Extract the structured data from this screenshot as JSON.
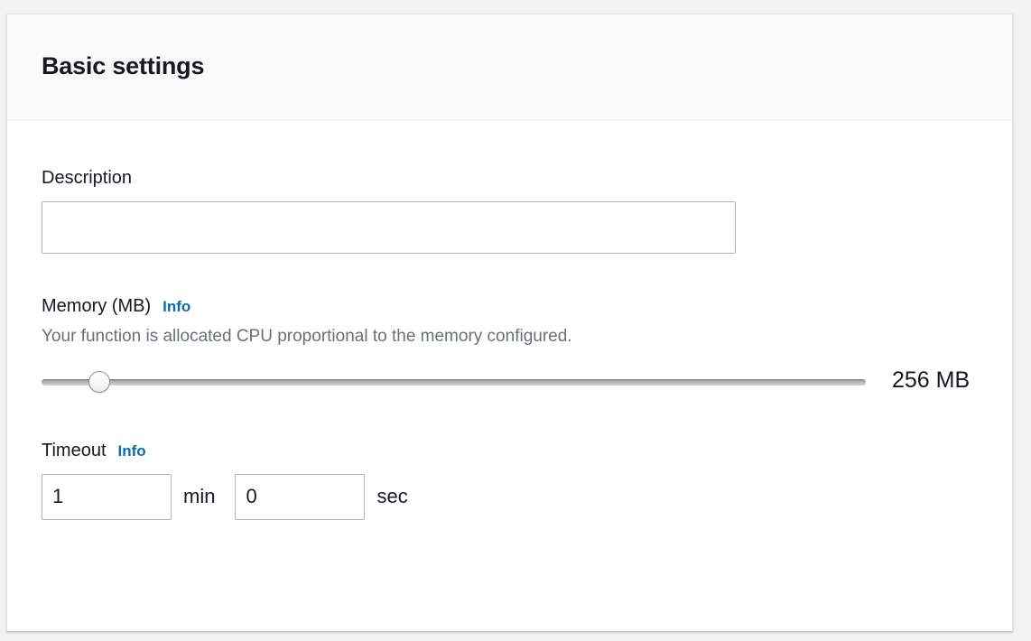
{
  "panel": {
    "title": "Basic settings"
  },
  "description_field": {
    "label": "Description",
    "value": "",
    "placeholder": ""
  },
  "memory_field": {
    "label": "Memory (MB)",
    "info_label": "Info",
    "hint": "Your function is allocated CPU proportional to the memory configured.",
    "value_label": "256 MB",
    "slider": {
      "value": 256,
      "min": 128,
      "max": 10240,
      "thumb_percent": 5.8
    }
  },
  "timeout_field": {
    "label": "Timeout",
    "info_label": "Info",
    "minutes_value": "1",
    "minutes_unit": "min",
    "seconds_value": "0",
    "seconds_unit": "sec"
  },
  "colors": {
    "page_background": "#f1f3f3",
    "panel_background": "#ffffff",
    "header_background": "#fafafa",
    "text_primary": "#16191f",
    "text_secondary": "#687078",
    "link_blue": "#0a6cb0",
    "input_border": "#aab7b8"
  }
}
